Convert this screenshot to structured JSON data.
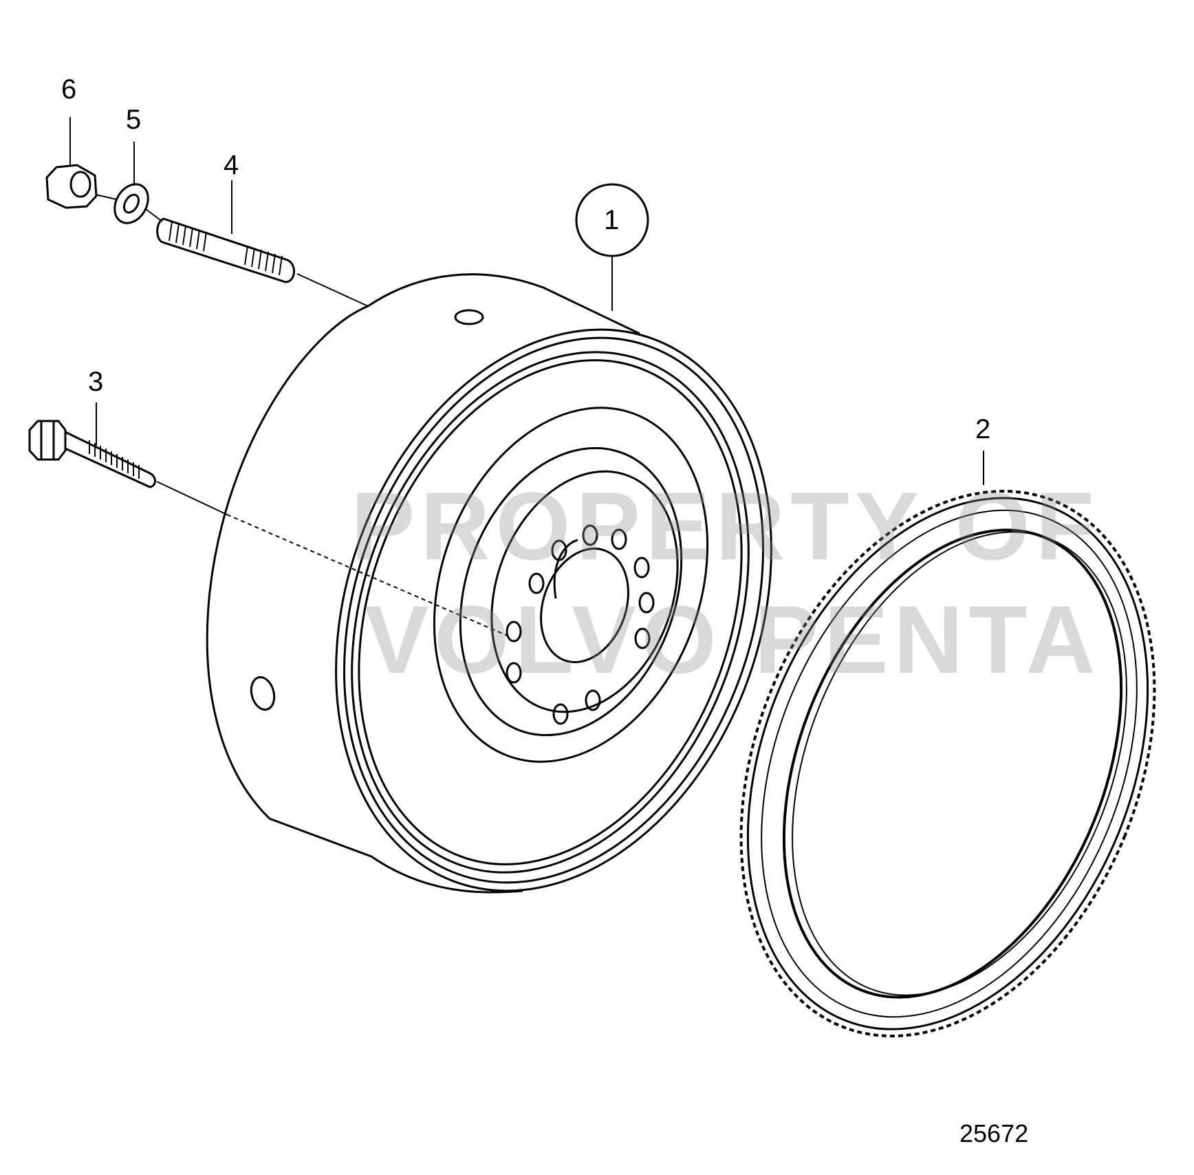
{
  "diagram": {
    "figure_number": "25672",
    "watermark": {
      "line1": "PROPERTY OF",
      "line2": "VOLVO PENTA",
      "color": "#8c8c8c"
    },
    "callouts": [
      {
        "id": "1",
        "label": "1",
        "part": "flywheel",
        "circled": true
      },
      {
        "id": "2",
        "label": "2",
        "part": "ring-gear"
      },
      {
        "id": "3",
        "label": "3",
        "part": "bolt"
      },
      {
        "id": "4",
        "label": "4",
        "part": "stud"
      },
      {
        "id": "5",
        "label": "5",
        "part": "washer"
      },
      {
        "id": "6",
        "label": "6",
        "part": "nut"
      }
    ]
  }
}
